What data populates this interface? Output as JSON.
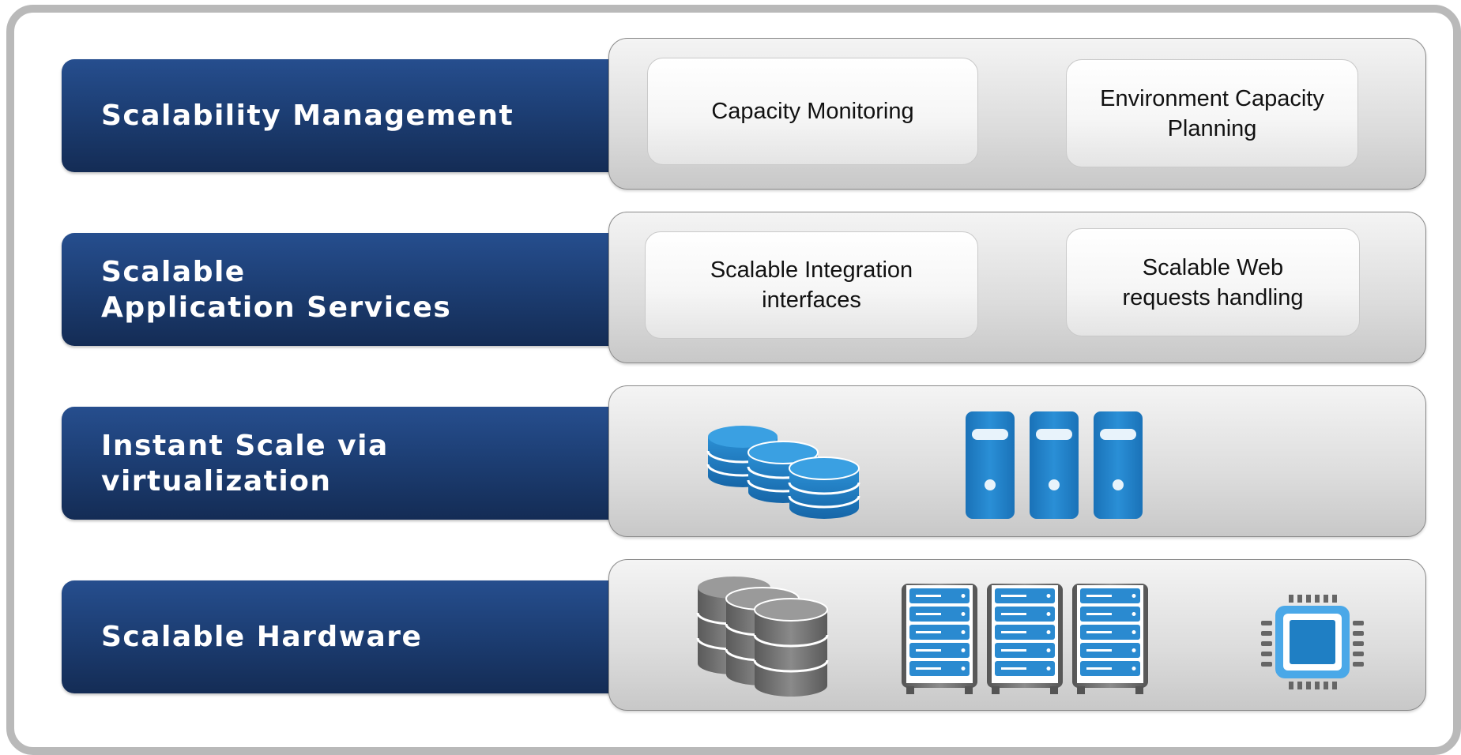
{
  "layers": [
    {
      "label": "Scalability Management",
      "cards": [
        "Capacity Monitoring",
        "Environment Capacity\nPlanning"
      ]
    },
    {
      "label": "Scalable\nApplication Services",
      "cards": [
        "Scalable Integration\ninterfaces",
        "Scalable Web\nrequests handling"
      ]
    },
    {
      "label": "Instant Scale via\nvirtualization",
      "icons": [
        "virtual-database-icon",
        "virtual-server-icon"
      ]
    },
    {
      "label": "Scalable Hardware",
      "icons": [
        "physical-database-icon",
        "rack-server-icon",
        "cpu-chip-icon"
      ]
    }
  ],
  "colors": {
    "label_bar": "#1c3d72",
    "panel": "#dcdcdc",
    "virtual_blue": "#1f7fc4",
    "hardware_gray": "#6f6f6f",
    "frame": "#b9b9b9"
  }
}
